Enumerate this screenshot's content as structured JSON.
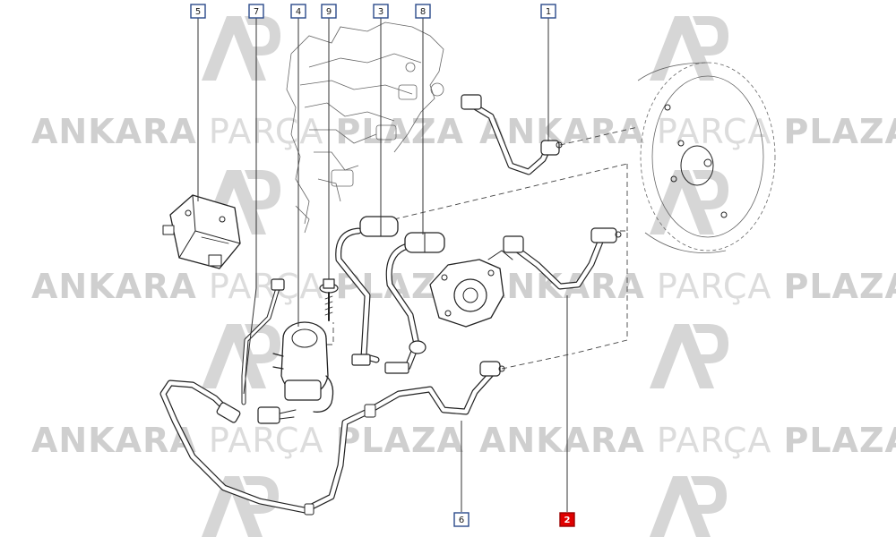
{
  "watermark": {
    "brand_strong_1": "ANKARA",
    "brand_light": "PARÇA",
    "brand_strong_2": "PLAZA",
    "logo_text": "AP",
    "logo_color": "#cfcfcf"
  },
  "callouts": [
    {
      "id": "5",
      "highlighted": false
    },
    {
      "id": "7",
      "highlighted": false
    },
    {
      "id": "4",
      "highlighted": false
    },
    {
      "id": "9",
      "highlighted": false
    },
    {
      "id": "3",
      "highlighted": false
    },
    {
      "id": "8",
      "highlighted": false
    },
    {
      "id": "1",
      "highlighted": false
    },
    {
      "id": "6",
      "highlighted": false
    },
    {
      "id": "2",
      "highlighted": true
    }
  ],
  "colors": {
    "callout_border": "#2b4a8a",
    "highlight_fill": "#e00000",
    "line_art": "#222222"
  }
}
